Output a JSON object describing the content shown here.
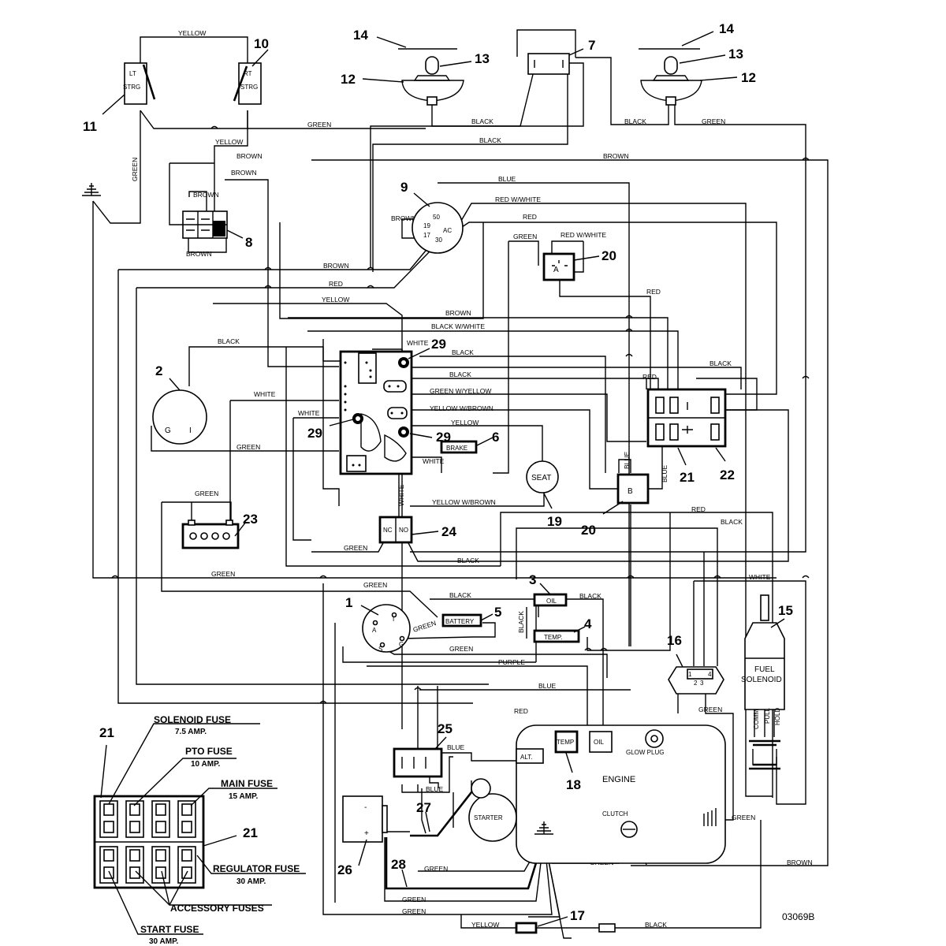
{
  "wires": {
    "yellow_top": "YELLOW",
    "green_top": "GREEN",
    "black_lamp_left": "BLACK",
    "black_lamp_right": "BLACK",
    "green_lamp_right": "GREEN",
    "black_upper": "BLACK",
    "yellow_strg": "YELLOW",
    "brown_a": "BROWN",
    "brown_b": "BROWN",
    "brown_c": "BROWN",
    "brown_right": "BROWN",
    "green_left_v": "GREEN",
    "blue_key": "BLUE",
    "red_white_key": "RED W/WHITE",
    "red_key": "RED",
    "brown_key": "BROWN",
    "green_relay": "GREEN",
    "red_white_relay": "RED W/WHITE",
    "brown_conn_top": "BROWN",
    "brown_conn_bot": "BROWN",
    "brown_mid": "BROWN",
    "red_mid": "RED",
    "yellow_mid": "YELLOW",
    "red_right": "RED",
    "brown_mid2": "BROWN",
    "black_white": "BLACK W/WHITE",
    "black_left": "BLACK",
    "white_29": "WHITE",
    "black_29": "BLACK",
    "black_right": "BLACK",
    "black_mid2": "BLACK",
    "red_22": "RED",
    "green_w_yellow": "GREEN W/YELLOW",
    "white_left": "WHITE",
    "yellow_w_brown": "YELLOW W/BROWN",
    "white_left2": "WHITE",
    "yellow_seat": "YELLOW",
    "green_left2": "GREEN",
    "white_brake": "WHITE",
    "blue_b1": "BLUE",
    "blue_b2": "BLUE",
    "green_23": "GREEN",
    "white_v": "WHITE",
    "yellow_w_brown2": "YELLOW W/BROWN",
    "red_b": "RED",
    "black_b": "BLACK",
    "green_24": "GREEN",
    "black_low": "BLACK",
    "green_low": "GREEN",
    "white_fuel": "WHITE",
    "green_alt": "GREEN",
    "black_batt": "BLACK",
    "black_oil": "BLACK",
    "black_v": "BLACK",
    "green_batt": "GREEN",
    "green_low2": "GREEN",
    "purple": "PURPLE",
    "blue_low": "BLUE",
    "green_16": "GREEN",
    "red_low": "RED",
    "blue_25a": "BLUE",
    "blue_25b": "BLUE",
    "green_eng": "GREEN",
    "green_28": "GREEN",
    "green_clutch": "GREEN",
    "brown_low": "BROWN",
    "green_bot1": "GREEN",
    "green_bot2": "GREEN",
    "yellow_bot": "YELLOW",
    "black_bot": "BLACK"
  },
  "components": {
    "lt_strg_1": "LT",
    "lt_strg_2": "STRG",
    "rt_strg_1": "RT",
    "rt_strg_2": "STRG",
    "key_50": "50",
    "key_19": "19",
    "key_ac": "AC",
    "key_17": "17",
    "key_30": "30",
    "relay_a": "A",
    "relay_b": "B",
    "comp2_g": "G",
    "comp2_i": "I",
    "brake": "BRAKE",
    "seat": "SEAT",
    "nc": "NC",
    "no": "NO",
    "comp1_a": "A",
    "comp1_i": "I",
    "comp1_g": "G",
    "comp1_s": "S",
    "battery": "BATTERY",
    "oil_sw": "OIL",
    "temp_sw": "TEMP.",
    "reg_1": "1",
    "reg_2": "2",
    "reg_3": "3",
    "reg_4": "4",
    "fuel_1": "FUEL",
    "fuel_2": "SOLENOID",
    "comm": "COMM",
    "pull": "PULL",
    "hold": "HOLD",
    "alt": "ALT.",
    "temp_eng": "TEMP",
    "oil_eng": "OIL",
    "glow": "GLOW PLUG",
    "engine": "ENGINE",
    "starter": "STARTER",
    "clutch": "CLUTCH",
    "batt_minus": "-",
    "batt_plus": "+"
  },
  "callouts": {
    "n1": "1",
    "n2": "2",
    "n3": "3",
    "n4": "4",
    "n5": "5",
    "n6": "6",
    "n7": "7",
    "n8": "8",
    "n9": "9",
    "n10": "10",
    "n11": "11",
    "n12a": "12",
    "n12b": "12",
    "n13a": "13",
    "n13b": "13",
    "n14a": "14",
    "n14b": "14",
    "n15": "15",
    "n16": "16",
    "n17": "17",
    "n18": "18",
    "n19": "19",
    "n20a": "20",
    "n20b": "20",
    "n21a": "21",
    "n21b": "21",
    "n21c": "21",
    "n22": "22",
    "n23": "23",
    "n24": "24",
    "n25": "25",
    "n26": "26",
    "n27": "27",
    "n28": "28",
    "n29a": "29",
    "n29b": "29",
    "n29c": "29"
  },
  "fuses": {
    "solenoid": "SOLENOID FUSE",
    "solenoid_amp": "7.5 AMP.",
    "pto": "PTO FUSE",
    "pto_amp": "10 AMP.",
    "main": "MAIN FUSE",
    "main_amp": "15 AMP.",
    "regulator": "REGULATOR FUSE",
    "regulator_amp": "30 AMP.",
    "accessory": "ACCESSORY FUSES",
    "start": "START FUSE",
    "start_amp": "30 AMP."
  },
  "drawing_code": "03069B"
}
